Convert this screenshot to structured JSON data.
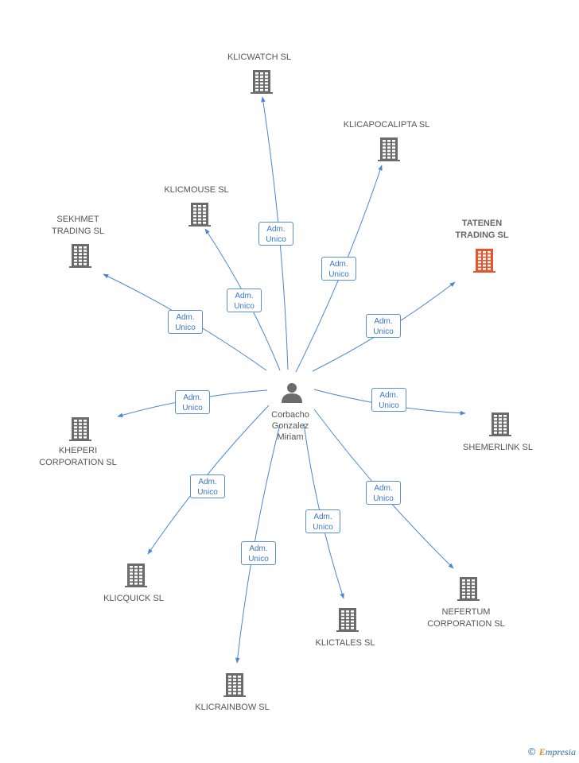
{
  "center": {
    "name": "Corbacho\nGonzalez\nMiriam",
    "icon": "person-icon"
  },
  "role_text": {
    "line1": "Adm.",
    "line2": "Unico"
  },
  "companies": [
    {
      "id": "klicwatch",
      "name": "KLICWATCH SL",
      "highlight": false
    },
    {
      "id": "klicapocalipta",
      "name": "KLICAPOCALIPTA SL",
      "highlight": false
    },
    {
      "id": "klicmouse",
      "name": "KLICMOUSE SL",
      "highlight": false
    },
    {
      "id": "sekhmet",
      "name": "SEKHMET\nTRADING SL",
      "highlight": false
    },
    {
      "id": "tatenen",
      "name": "TATENEN\nTRADING SL",
      "highlight": true
    },
    {
      "id": "kheperi",
      "name": "KHEPERI\nCORPORATION SL",
      "highlight": false
    },
    {
      "id": "shemerlink",
      "name": "SHEMERLINK SL",
      "highlight": false
    },
    {
      "id": "klicquick",
      "name": "KLICQUICK SL",
      "highlight": false
    },
    {
      "id": "klicrainbow",
      "name": "KLICRAINBOW SL",
      "highlight": false
    },
    {
      "id": "klictales",
      "name": "KLICTALES SL",
      "highlight": false
    },
    {
      "id": "nefertum",
      "name": "NEFERTUM\nCORPORATION SL",
      "highlight": false
    }
  ],
  "colors": {
    "edge": "#4a86d8",
    "building": "#6b6b6b",
    "building_highlight": "#e8552b",
    "person": "#6b6b6b"
  },
  "footer": {
    "copyright": "©",
    "brand_first": "E",
    "brand_rest": "mpresia"
  }
}
